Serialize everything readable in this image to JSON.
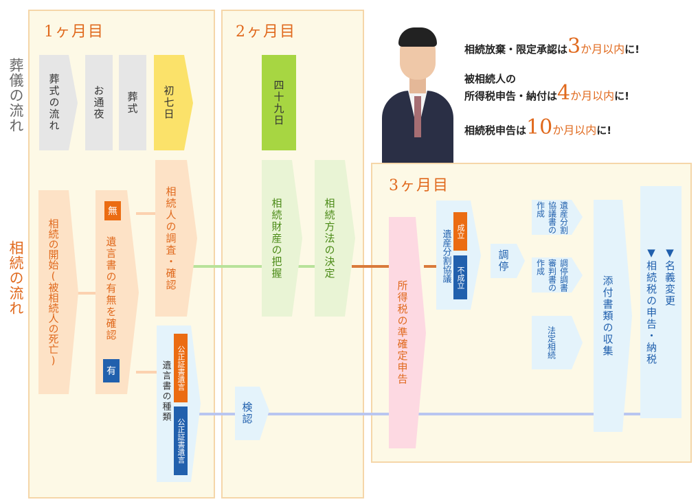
{
  "months": {
    "m1": "1ヶ月目",
    "m2": "2ヶ月目",
    "m3": "3ヶ月目"
  },
  "side_labels": {
    "funeral": "葬儀の流れ",
    "inheritance": "相続の流れ"
  },
  "funeral_steps": {
    "flow": "葬式の流れ",
    "wake": "お通夜",
    "funeral": "葬式",
    "seventh_day": "初七日",
    "forty_ninth_day": "四十九日"
  },
  "inheritance_steps": {
    "start": "相続の開始(被相続人の死亡)",
    "will_check": "遺言書の有無を確認",
    "none_tag": "無",
    "exists_tag": "有",
    "heir_survey": "相続人の調査・確認",
    "will_types": "遺言書の種類",
    "notarized_will_1": "公正証書遺言",
    "notarized_will_2": "公正証書遺言",
    "probate": "検認",
    "asset_grasp": "相続財産の把握",
    "method_decision": "相続方法の決定",
    "tax_return": "所得税の準確定申告",
    "division_talks": "遺産分割協議",
    "established_tag": "成立",
    "not_established_tag": "不成立",
    "mediation": "調停",
    "agreement_doc": "遺産分割協議書の作成",
    "mediation_doc": "調停調書審判書の作成",
    "statutory": "法定相続",
    "collect_docs": "添付書類の収集",
    "final_items": "▼名義変更 ▼相続税の申告・納税",
    "final_a": "▼名義変更",
    "final_b": "▼相続税の申告・納税"
  },
  "info": {
    "line1_pre": "相続放棄・限定承認は",
    "line1_num": "3",
    "line1_unit": "か月以内",
    "line1_post": "に!",
    "line2_a": "被相続人の",
    "line2_pre": "所得税申告・納付は",
    "line2_num": "4",
    "line2_unit": "か月以内",
    "line2_post": "に!",
    "line3_pre": "相続税申告は",
    "line3_num": "10",
    "line3_unit": "か月以内",
    "line3_post": "に!"
  },
  "colors": {
    "month_bg": "#fdf9e6",
    "month_border": "#f5d6a8",
    "accent": "#e0691d",
    "gray_step": "#e6e6e6",
    "yellow_step": "#fbe26a",
    "green_step": "#a7d642",
    "orange_step": "#fde2c6",
    "green_light": "#e9f4d5",
    "blue_light": "#e4f3fb",
    "pink_step": "#fdd9e2",
    "orange_tag": "#eb6c12",
    "blue_tag": "#2160ad",
    "green_line": "#b8e29a",
    "blue_line": "#b9c6f0",
    "orange_line": "#d97a3a"
  },
  "icons": [
    "person-photo"
  ]
}
